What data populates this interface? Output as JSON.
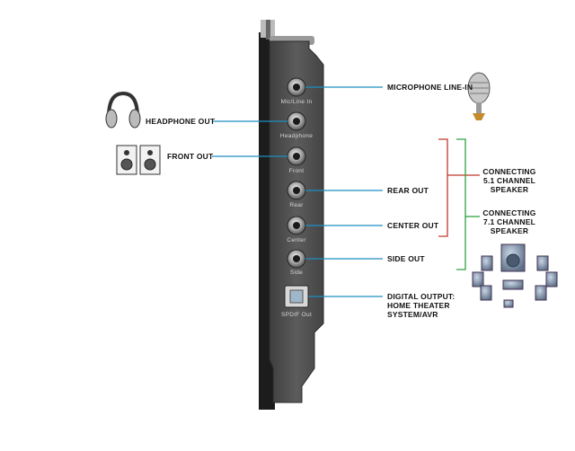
{
  "ports": [
    {
      "name": "Mic/Line In"
    },
    {
      "name": "Headphone"
    },
    {
      "name": "Front"
    },
    {
      "name": "Rear"
    },
    {
      "name": "Center"
    },
    {
      "name": "Side"
    },
    {
      "name": "SPDIF Out"
    }
  ],
  "callouts": {
    "microphone": "MICROPHONE LINE-IN",
    "headphone": "HEADPHONE OUT",
    "front": "FRONT OUT",
    "rear": "REAR OUT",
    "center": "CENTER OUT",
    "side": "SIDE OUT",
    "digital": "DIGITAL OUTPUT: HOME THEATER SYSTEM/AVR",
    "conn51": "CONNECTING 5.1 CHANNEL SPEAKER",
    "conn71": "CONNECTING 7.1 CHANNEL SPEAKER"
  },
  "icons": {
    "microphone": "microphone-icon",
    "headphone": "headphone-icon",
    "speakers": "bookshelf-speakers-icon",
    "surround": "surround-speaker-system-icon"
  },
  "colors": {
    "line": "#1e8fc2",
    "bracket_51": "#c0392b",
    "bracket_71": "#2ea043",
    "bracket_panel": "#5a5a5a"
  }
}
